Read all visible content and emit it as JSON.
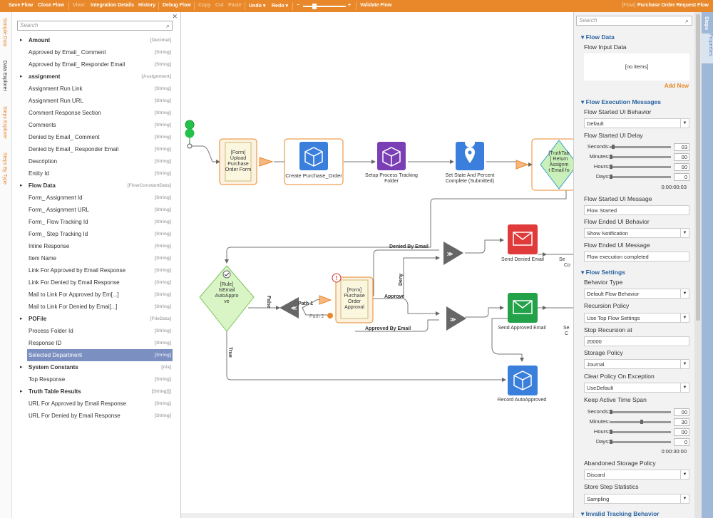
{
  "toolbar": {
    "save_flow": "Save Flow",
    "close_flow": "Close Flow",
    "view": "View:",
    "integration_details": "Integration Details",
    "history": "History",
    "debug_flow": "Debug Flow",
    "copy": "Copy",
    "cut": "Cut",
    "paste": "Paste",
    "undo": "Undo ▾",
    "redo": "Redo ▾",
    "zoom_minus": "−",
    "zoom_plus": "+",
    "validate_flow": "Validate Flow",
    "flow_prefix": "[Flow]",
    "flow_name": "Purchase Order Request Flow"
  },
  "left_tabs": [
    "Sample Data",
    "Data Explorer",
    "Steps Explorer",
    "Steps By Type"
  ],
  "explorer": {
    "search_placeholder": "Search",
    "rows": [
      {
        "name": "Amount",
        "type": "[Decimal]",
        "bold": true
      },
      {
        "name": "Approved by Email_ Comment",
        "type": "[String]"
      },
      {
        "name": "Approved by Email_ Responder Email",
        "type": "[String]"
      },
      {
        "name": "assignment",
        "type": "[Assignment]",
        "bold": true
      },
      {
        "name": "Assignment Run Link",
        "type": "[String]"
      },
      {
        "name": "Assignment Run URL",
        "type": "[String]"
      },
      {
        "name": "Comment Response Section",
        "type": "[String]"
      },
      {
        "name": "Comments",
        "type": "[String]"
      },
      {
        "name": "Denied by Email_ Comment",
        "type": "[String]"
      },
      {
        "name": "Denied by Email_ Responder Email",
        "type": "[String]"
      },
      {
        "name": "Description",
        "type": "[String]"
      },
      {
        "name": "Entity Id",
        "type": "[String]"
      },
      {
        "name": "Flow Data",
        "type": "[FlowConstantData]",
        "bold": true
      },
      {
        "name": "Form_ Assignment Id",
        "type": "[String]"
      },
      {
        "name": "Form_ Assignment URL",
        "type": "[String]"
      },
      {
        "name": "Form_ Flow Tracking Id",
        "type": "[String]"
      },
      {
        "name": "Form_ Step Tracking Id",
        "type": "[String]"
      },
      {
        "name": "Inline Response",
        "type": "[String]"
      },
      {
        "name": "Item Name",
        "type": "[String]"
      },
      {
        "name": "Link For Approved by Email Response",
        "type": "[String]"
      },
      {
        "name": "Link For Denied by Email Response",
        "type": "[String]"
      },
      {
        "name": "Mail to Link For Approved by Em[...]",
        "type": "[String]"
      },
      {
        "name": "Mail to Link For Denied by Emai[...]",
        "type": "[String]"
      },
      {
        "name": "POFile",
        "type": "[FileData]",
        "bold": true
      },
      {
        "name": "Process Folder Id",
        "type": "[String]"
      },
      {
        "name": "Response ID",
        "type": "[String]"
      },
      {
        "name": "Selected Department",
        "type": "[String]",
        "selected": true
      },
      {
        "name": "System Constants",
        "type": "[n/a]",
        "bold": true
      },
      {
        "name": "Top Response",
        "type": "[String]"
      },
      {
        "name": "Truth Table Results",
        "type": "[String[]]",
        "bold": true
      },
      {
        "name": "URL For Approved by Email Response",
        "type": "[String]"
      },
      {
        "name": "URL For Denied by Email Response",
        "type": "[String]"
      }
    ]
  },
  "canvas": {
    "node_form_upload": "[Form] Upload Purchase Order Form",
    "node_create": "Create Purchase_Order",
    "node_setup": "Setup Process Tracking Folder",
    "node_setstate": "Set State And Percent Complete (Submitted)",
    "node_truthtable": "[TruthTab] Return Assignm t Email fo",
    "node_rule": "[Rule] IsEmail AutoApprove",
    "node_form_approval": "[Form] Purchase Order Approval",
    "node_send_denied": "Send Denied Email",
    "node_send_approved": "Send Approved Email",
    "node_record": "Record AutoApproved",
    "label_denied_by_email": "Denied By Email",
    "label_approved_by_email": "Approved By Email",
    "label_approve": "Approve",
    "label_deny": "Deny",
    "label_path1": "Path 1",
    "label_path2": "Path 2",
    "label_false": "False",
    "label_true": "True",
    "cut_set1": "Se",
    "cut_set1b": "Co",
    "cut_set2": "Se",
    "cut_set2b": "C"
  },
  "right_panel": {
    "search_placeholder": "Search",
    "flow_data_title": "Flow Data",
    "flow_input_data": "Flow Input Data",
    "no_items": "[no items]",
    "add_new": "Add New",
    "exec_title": "Flow Execution Messages",
    "started_behavior_label": "Flow Started UI Behavior",
    "started_behavior_value": "Default",
    "started_delay_label": "Flow Started UI Delay",
    "delay": {
      "seconds": "03",
      "minutes": "00",
      "hours": "00",
      "days": "0",
      "total": "0:00:00:03"
    },
    "seconds_label": "Seconds:",
    "minutes_label": "Minutes:",
    "hours_label": "Hours:",
    "days_label": "Days:",
    "started_msg_label": "Flow Started UI Message",
    "started_msg_value": "Flow Started",
    "ended_behavior_label": "Flow Ended UI Behavior",
    "ended_behavior_value": "Show Notification",
    "ended_msg_label": "Flow Ended UI Message",
    "ended_msg_value": "Flow execution completed",
    "settings_title": "Flow Settings",
    "behavior_type_label": "Behavior Type",
    "behavior_type_value": "Default Flow Behavior",
    "recursion_policy_label": "Recursion Policy",
    "recursion_policy_value": "Use Top Flow Settings",
    "stop_recursion_label": "Stop Recursion at",
    "stop_recursion_value": "20000",
    "storage_policy_label": "Storage Policy",
    "storage_policy_value": "Journal",
    "clear_policy_label": "Clear Policy On Exception",
    "clear_policy_value": "UseDefault",
    "keep_span_label": "Keep Active Time Span",
    "keep": {
      "seconds": "00",
      "minutes": "30",
      "hours": "00",
      "days": "0",
      "total": "0:00:30:00"
    },
    "abandoned_label": "Abandoned Storage Policy",
    "abandoned_value": "Discard",
    "store_stats_label": "Store Step Statistics",
    "store_stats_value": "Sampling",
    "invalid_tracking_title": "Invalid Tracking Behavior"
  },
  "right_tabs": [
    "Steps",
    "Properties"
  ],
  "colors": {
    "toolbar": "#e8882a",
    "accent_blue": "#2a64a0",
    "step_blue": "#3b7fdc",
    "purple": "#7b3fb5",
    "email_red": "#e03a3a",
    "email_green": "#23a24a"
  }
}
